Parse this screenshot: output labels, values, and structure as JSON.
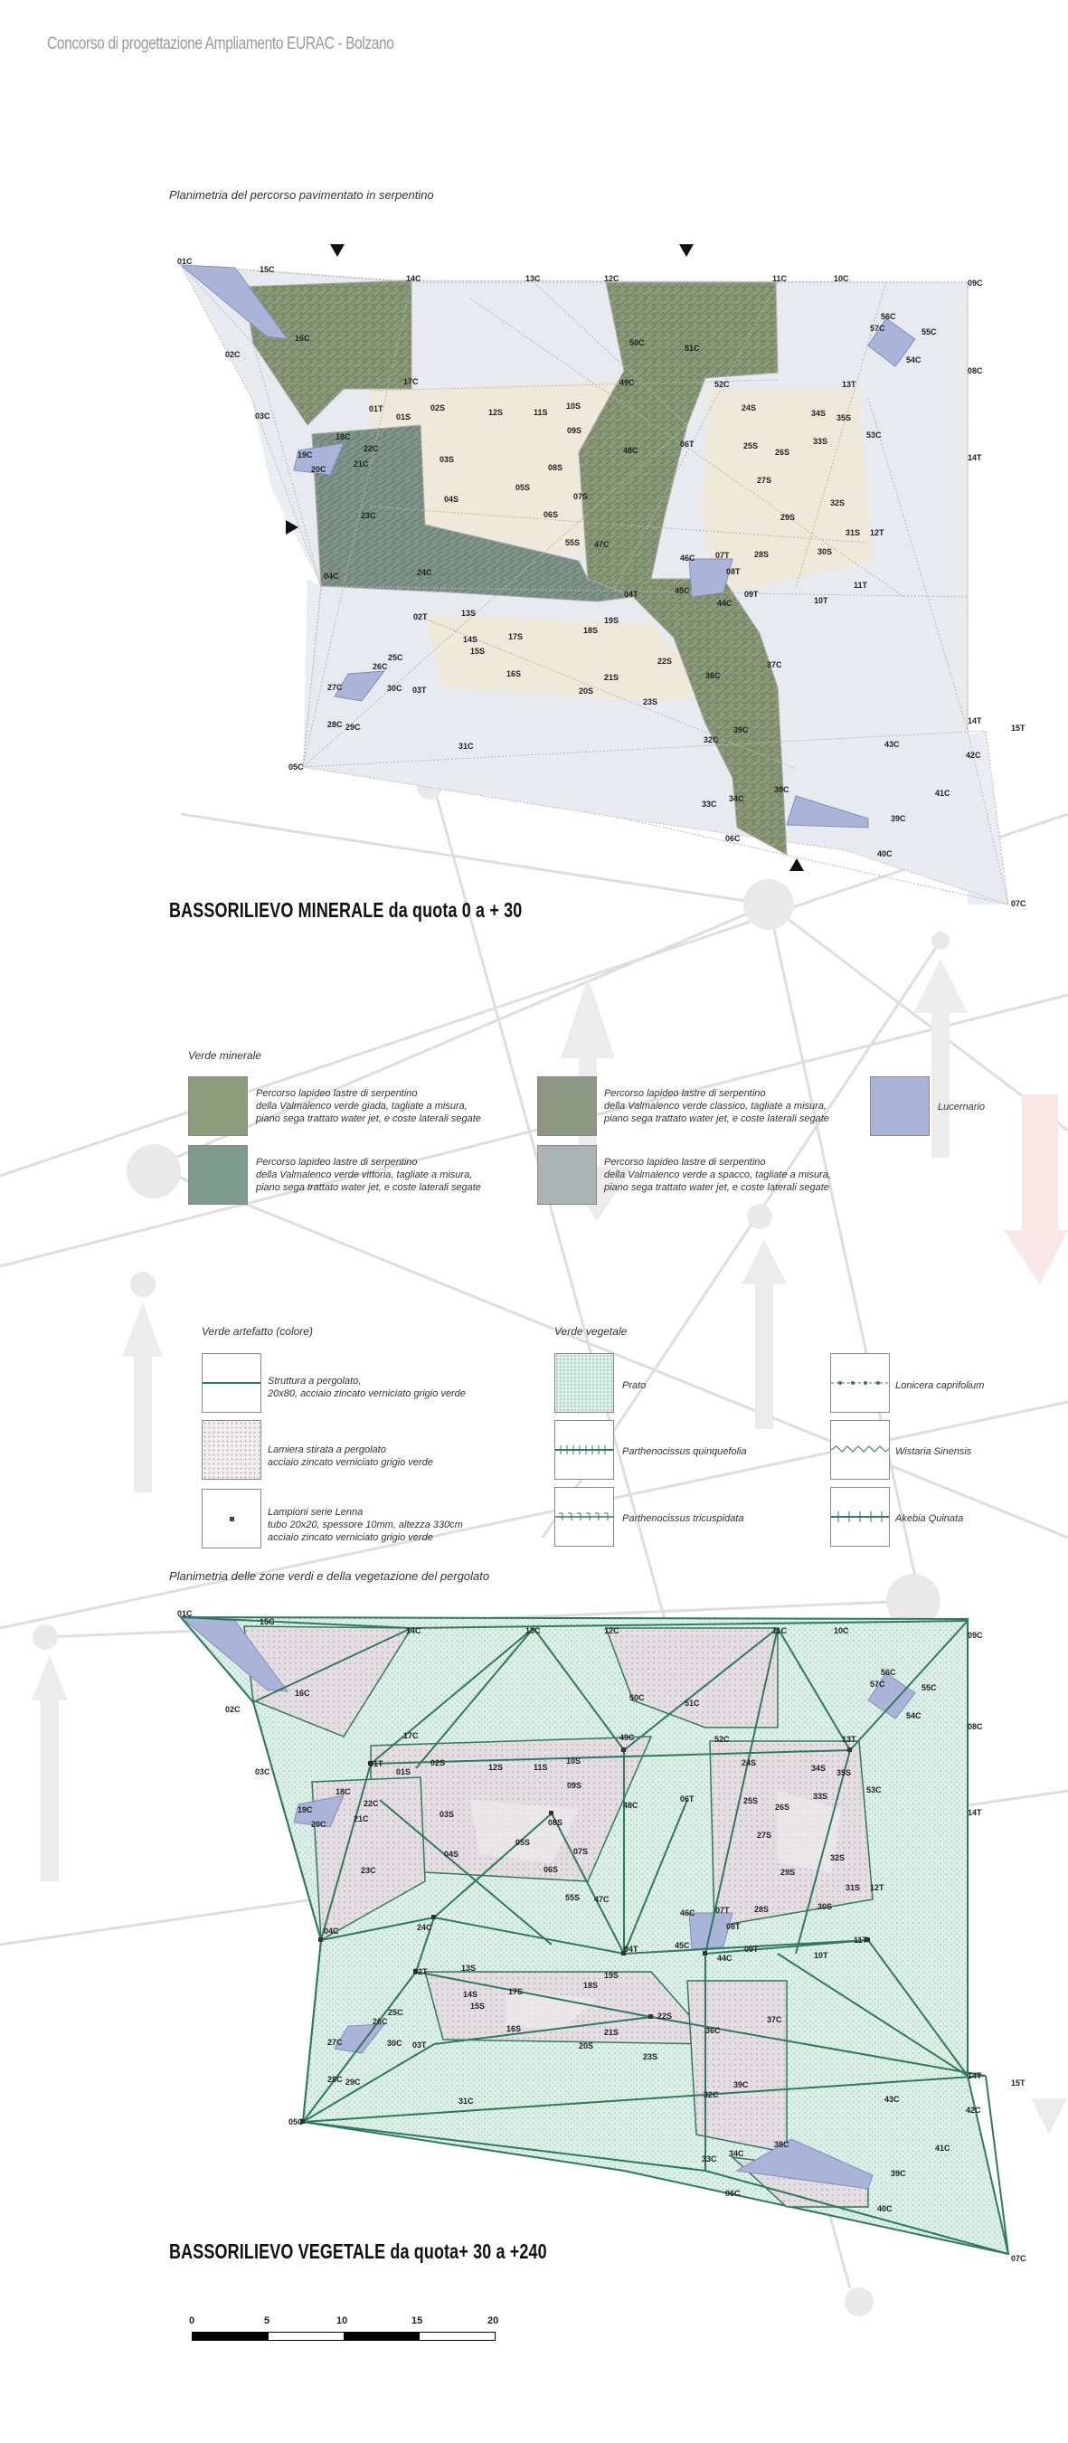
{
  "header": {
    "title": "Concorso di progettazione Ampliamento EURAC - Bolzano"
  },
  "plan_top": {
    "caption": "Planimetria del percorso pavimentato in serpentino",
    "title": "BASSORILIEVO MINERALE da quota 0 a + 30"
  },
  "legend_minerale": {
    "heading": "Verde minerale",
    "items": [
      {
        "text": "Percorso lapideo lastre di serpentino\ndella Valmalenco verde giada, tagliate a misura,\npiano sega trattato water jet, e coste laterali segate",
        "color": "#8f9c7c"
      },
      {
        "text": "Percorso lapideo lastre di serpentino\ndella Valmalenco verde vittoria, tagliate a misura,\npiano sega trattato water jet, e coste laterali segate",
        "color": "#7e9a8c"
      },
      {
        "text": "Percorso lapideo lastre di serpentino\ndella Valmalenco verde classico, tagliate a misura,\npiano sega trattato water jet, e coste laterali segate",
        "color": "#8d9782"
      },
      {
        "text": "Percorso lapideo lastre di serpentino\ndella Valmalenco verde a spacco, tagliate a misura,\npiano sega trattato water jet, e coste laterali segate",
        "color": "#aab3b4"
      },
      {
        "text": "Lucernario",
        "color": "#a9b4d8"
      }
    ]
  },
  "legend_artefatto": {
    "heading": "Verde artefatto (colore)",
    "items": [
      {
        "text": "Struttura a pergolato,\n20x80, acciaio zincato verniciato grigio verde"
      },
      {
        "text": "Lamiera stirata a pergolato\nacciaio zincato verniciato grigio verde"
      },
      {
        "text": "Lampioni serie Lenna\ntubo 20x20, spessore 10mm, altezza 330cm\nacciaio zincato verniciato grigio verde"
      }
    ]
  },
  "legend_vegetale": {
    "heading": "Verde vegetale",
    "items": [
      {
        "text": "Prato"
      },
      {
        "text": "Parthenocissus quinquefolia"
      },
      {
        "text": "Parthenocissus tricuspidata"
      },
      {
        "text": "Lonicera caprifolium"
      },
      {
        "text": "Wistaria Sinensis"
      },
      {
        "text": "Akebia Quinata"
      }
    ]
  },
  "plan_bottom": {
    "caption": "Planimetria delle zone verdi e della vegetazione del pergolato",
    "title": "BASSORILIEVO VEGETALE da quota+ 30 a +240"
  },
  "scale_bar": {
    "labels": [
      "0",
      "5",
      "10",
      "15",
      "20"
    ]
  },
  "colors": {
    "serpentine": "#7e8f6c",
    "skylight": "#a9b4d8",
    "paving_light": "#eee9dc",
    "pergola_green": "#2e7a5c",
    "lawn": "#dcefe8"
  },
  "node_labels": [
    "01C",
    "15C",
    "14C",
    "13C",
    "12C",
    "11C",
    "10C",
    "09C",
    "02C",
    "16C",
    "17C",
    "50C",
    "51C",
    "49C",
    "52C",
    "13T",
    "56C",
    "57C",
    "55C",
    "54C",
    "08C",
    "03C",
    "01T",
    "01S",
    "02S",
    "12S",
    "11S",
    "10S",
    "09S",
    "24S",
    "34S",
    "35S",
    "53C",
    "14T",
    "18C",
    "22C",
    "19C",
    "20C",
    "21C",
    "03S",
    "08S",
    "48C",
    "06T",
    "25S",
    "26S",
    "33S",
    "27S",
    "32S",
    "04S",
    "05S",
    "07S",
    "06S",
    "23C",
    "29S",
    "31S",
    "12T",
    "55S",
    "47C",
    "46C",
    "07T",
    "28S",
    "30S",
    "04C",
    "24C",
    "04T",
    "45C",
    "08T",
    "44C",
    "11T",
    "09T",
    "10T",
    "02T",
    "13S",
    "19S",
    "18S",
    "14S",
    "17S",
    "15S",
    "25C",
    "22S",
    "37C",
    "26C",
    "16S",
    "21S",
    "36C",
    "20S",
    "27C",
    "30C",
    "03T",
    "23S",
    "28C",
    "29C",
    "39C",
    "05C",
    "31C",
    "32C",
    "14T",
    "15T",
    "43C",
    "42C",
    "33C",
    "41C",
    "34C",
    "38C",
    "39C",
    "06C",
    "40C",
    "07C"
  ]
}
